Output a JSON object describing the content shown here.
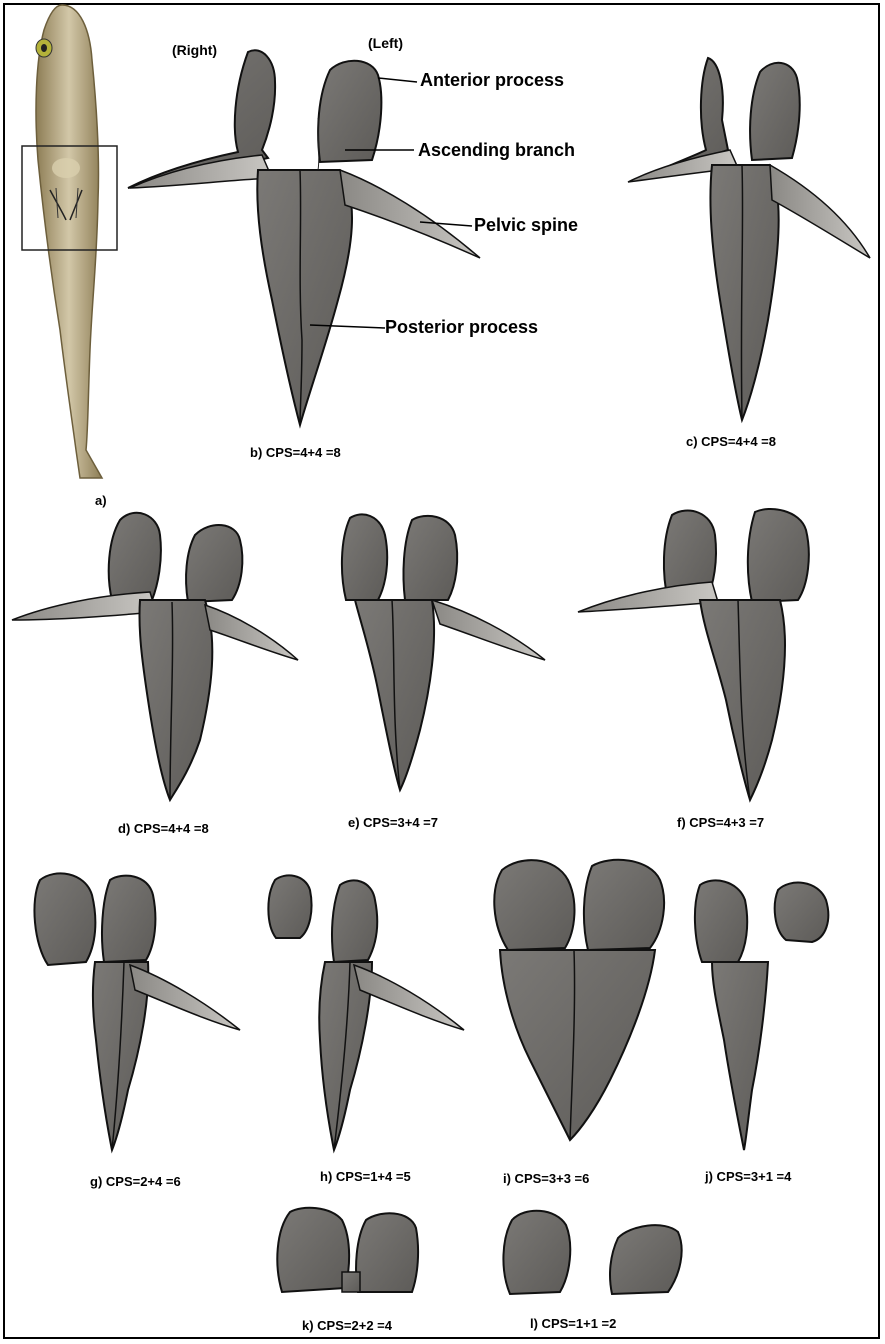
{
  "side_labels": {
    "right": "(Right)",
    "left": "(Left)"
  },
  "annotations": {
    "anterior_process": "Anterior process",
    "ascending_branch": "Ascending branch",
    "pelvic_spine": "Pelvic spine",
    "posterior_process": "Posterior process"
  },
  "panels": [
    {
      "id": "a",
      "caption": "a)"
    },
    {
      "id": "b",
      "caption": "b) CPS=4+4 =8"
    },
    {
      "id": "c",
      "caption": "c) CPS=4+4 =8"
    },
    {
      "id": "d",
      "caption": "d) CPS=4+4 =8"
    },
    {
      "id": "e",
      "caption": "e) CPS=3+4 =7"
    },
    {
      "id": "f",
      "caption": "f) CPS=4+3 =7"
    },
    {
      "id": "g",
      "caption": "g) CPS=2+4 =6"
    },
    {
      "id": "h",
      "caption": "h) CPS=1+4 =5"
    },
    {
      "id": "i",
      "caption": "i) CPS=3+3 =6"
    },
    {
      "id": "j",
      "caption": "j) CPS=3+1 =4"
    },
    {
      "id": "k",
      "caption": "k) CPS=2+2 =4"
    },
    {
      "id": "l",
      "caption": "l) CPS=1+1 =2"
    }
  ],
  "colors": {
    "bone": "#6f6d6a",
    "bone_dark": "#4a4846",
    "outline": "#111111",
    "spine": "#a9a7a3",
    "fish_body": "#b9a67a"
  }
}
